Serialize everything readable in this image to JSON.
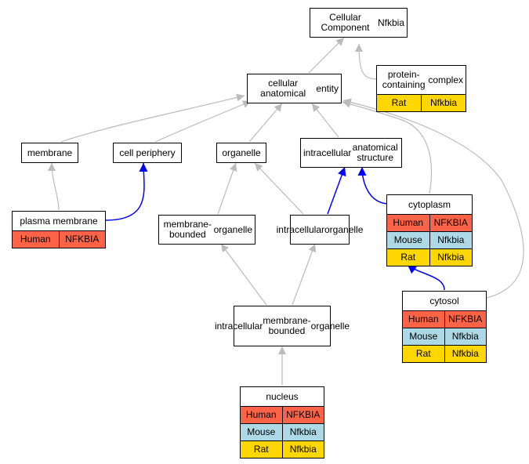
{
  "colors": {
    "Human": "#FF6347",
    "Mouse": "#ADD8E6",
    "Rat": "#FFD700",
    "edge_default": "#BBBBBB",
    "edge_highlight": "#0000FF"
  },
  "nodes": [
    {
      "id": "cellular_component",
      "lines": [
        "Cellular Component",
        "Nfkbia"
      ],
      "rows": []
    },
    {
      "id": "protein_containing_complex",
      "lines": [
        "protein-containing",
        "complex"
      ],
      "rows": [
        {
          "species": "Rat",
          "gene": "Nfkbia"
        }
      ]
    },
    {
      "id": "cellular_anatomical_entity",
      "lines": [
        "cellular anatomical",
        "entity"
      ],
      "rows": []
    },
    {
      "id": "membrane",
      "lines": [
        "membrane"
      ],
      "rows": []
    },
    {
      "id": "cell_periphery",
      "lines": [
        "cell periphery"
      ],
      "rows": []
    },
    {
      "id": "organelle",
      "lines": [
        "organelle"
      ],
      "rows": []
    },
    {
      "id": "intracellular_anatomical_structure",
      "lines": [
        "intracellular",
        "anatomical structure"
      ],
      "rows": []
    },
    {
      "id": "plasma_membrane",
      "lines": [
        "plasma membrane"
      ],
      "rows": [
        {
          "species": "Human",
          "gene": "NFKBIA"
        }
      ]
    },
    {
      "id": "membrane_bounded_organelle",
      "lines": [
        "membrane-bounded",
        "organelle"
      ],
      "rows": []
    },
    {
      "id": "intracellular_organelle",
      "lines": [
        "intracellular",
        "organelle"
      ],
      "rows": []
    },
    {
      "id": "cytoplasm",
      "lines": [
        "cytoplasm"
      ],
      "rows": [
        {
          "species": "Human",
          "gene": "NFKBIA"
        },
        {
          "species": "Mouse",
          "gene": "Nfkbia"
        },
        {
          "species": "Rat",
          "gene": "Nfkbia"
        }
      ]
    },
    {
      "id": "cytosol",
      "lines": [
        "cytosol"
      ],
      "rows": [
        {
          "species": "Human",
          "gene": "NFKBIA"
        },
        {
          "species": "Mouse",
          "gene": "Nfkbia"
        },
        {
          "species": "Rat",
          "gene": "Nfkbia"
        }
      ]
    },
    {
      "id": "intracellular_membrane_bounded_organelle",
      "lines": [
        "intracellular",
        "membrane-bounded",
        "organelle"
      ],
      "rows": []
    },
    {
      "id": "nucleus",
      "lines": [
        "nucleus"
      ],
      "rows": [
        {
          "species": "Human",
          "gene": "NFKBIA"
        },
        {
          "species": "Mouse",
          "gene": "Nfkbia"
        },
        {
          "species": "Rat",
          "gene": "Nfkbia"
        }
      ]
    }
  ],
  "edges": [
    {
      "from": "protein_containing_complex",
      "to": "cellular_component",
      "highlight": false
    },
    {
      "from": "cellular_anatomical_entity",
      "to": "cellular_component",
      "highlight": false
    },
    {
      "from": "membrane",
      "to": "cellular_anatomical_entity",
      "highlight": false
    },
    {
      "from": "cell_periphery",
      "to": "cellular_anatomical_entity",
      "highlight": false
    },
    {
      "from": "organelle",
      "to": "cellular_anatomical_entity",
      "highlight": false
    },
    {
      "from": "intracellular_anatomical_structure",
      "to": "cellular_anatomical_entity",
      "highlight": false
    },
    {
      "from": "cytoplasm",
      "to": "cellular_anatomical_entity",
      "highlight": false
    },
    {
      "from": "cytosol",
      "to": "cellular_anatomical_entity",
      "highlight": false
    },
    {
      "from": "plasma_membrane",
      "to": "membrane",
      "highlight": false
    },
    {
      "from": "plasma_membrane",
      "to": "cell_periphery",
      "highlight": true
    },
    {
      "from": "membrane_bounded_organelle",
      "to": "organelle",
      "highlight": false
    },
    {
      "from": "intracellular_organelle",
      "to": "organelle",
      "highlight": false
    },
    {
      "from": "intracellular_organelle",
      "to": "intracellular_anatomical_structure",
      "highlight": true
    },
    {
      "from": "cytoplasm",
      "to": "intracellular_anatomical_structure",
      "highlight": true
    },
    {
      "from": "cytosol",
      "to": "cytoplasm",
      "highlight": true
    },
    {
      "from": "intracellular_membrane_bounded_organelle",
      "to": "membrane_bounded_organelle",
      "highlight": false
    },
    {
      "from": "intracellular_membrane_bounded_organelle",
      "to": "intracellular_organelle",
      "highlight": false
    },
    {
      "from": "nucleus",
      "to": "intracellular_membrane_bounded_organelle",
      "highlight": false
    }
  ]
}
